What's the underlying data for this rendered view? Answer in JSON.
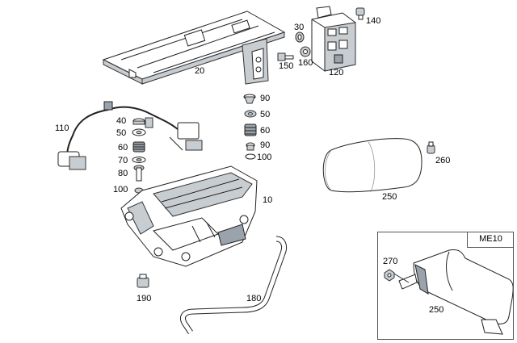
{
  "diagram": {
    "inset_title": "ME10",
    "labels": {
      "p10": "10",
      "p20": "20",
      "p30": "30",
      "p40": "40",
      "p50a": "50",
      "p50b": "50",
      "p60a": "60",
      "p60b": "60",
      "p70": "70",
      "p80": "80",
      "p90a": "90",
      "p90b": "90",
      "p100a": "100",
      "p100b": "100",
      "p110": "110",
      "p120": "120",
      "p140": "140",
      "p150": "150",
      "p160": "160",
      "p180": "180",
      "p190": "190",
      "p250a": "250",
      "p250b": "250",
      "p260": "260",
      "p270": "270"
    }
  }
}
